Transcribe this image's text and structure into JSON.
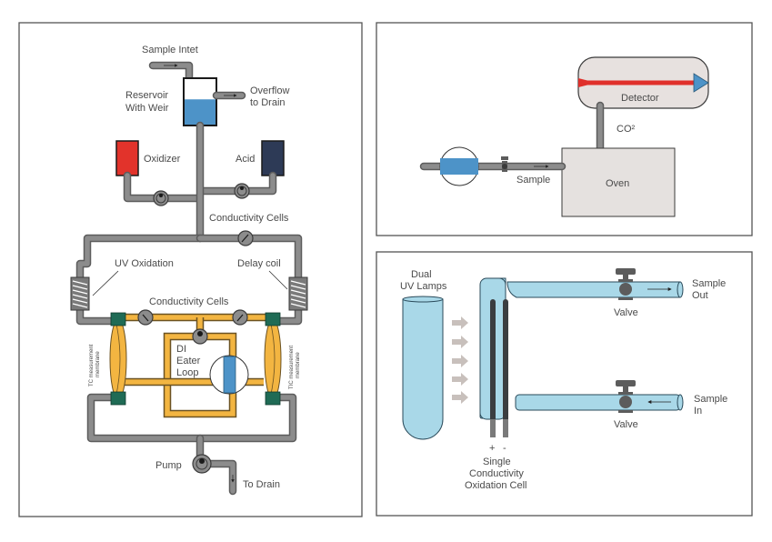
{
  "panels": {
    "toc_system": {
      "sample_inlet": "Sample Intet",
      "reservoir": [
        "Reservoir",
        "With Weir"
      ],
      "overflow": [
        "Overflow",
        "to Drain"
      ],
      "oxidizer": "Oxidizer",
      "acid": "Acid",
      "conductivity_cells_top": "Conductivity Cells",
      "uv_oxidation": "UV Oxidation",
      "delay_coil": "Delay coil",
      "conductivity_cells_mid": "Conductivity Cells",
      "di_loop": [
        "DI",
        "Eater",
        "Loop"
      ],
      "tc_membrane": [
        "TC measurement",
        "membrane"
      ],
      "tic_membrane": [
        "TIC measurement",
        "membrane"
      ],
      "pump": "Pump",
      "to_drain": "To Drain"
    },
    "combustion": {
      "detector": "Detector",
      "co2": "CO²",
      "sample": "Sample",
      "oven": "Oven"
    },
    "uv_cell": {
      "lamps": [
        "Dual",
        "UV Lamps"
      ],
      "sample_out": [
        "Sample",
        "Out"
      ],
      "sample_in": [
        "Sample",
        "In"
      ],
      "valve_top": "Valve",
      "valve_bottom": "Valve",
      "plus": "+",
      "minus": "-",
      "cell": [
        "Single",
        "Conductivity",
        "Oxidation Cell"
      ]
    }
  },
  "colors": {
    "oxidizer": "#e2332b",
    "acid": "#2d3a56",
    "water": "#4d93c8",
    "light_water": "#a9d8e8",
    "membrane": "#f3b541",
    "membrane_block": "#1f6b55",
    "detector_beam": "#e0302b",
    "oven": "#e5e1df"
  }
}
